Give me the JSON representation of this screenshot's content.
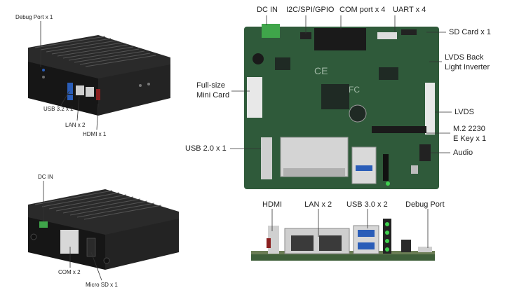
{
  "left_top": {
    "debug_port": "Debug Port x 1",
    "usb32": "USB 3.2 x 2",
    "lan": "LAN x 2",
    "hdmi": "HDMI x 1"
  },
  "left_bottom": {
    "dc_in": "DC IN",
    "com": "COM x 2",
    "micro_sd": "Micro SD x 1"
  },
  "board_top": {
    "dc_in": "DC IN",
    "i2c": "I2C/SPI/GPIO",
    "com_port": "COM port x 4",
    "uart": "UART x 4",
    "sd_card": "SD Card x 1",
    "lvds_back_1": "LVDS Back",
    "lvds_back_2": "Light Inverter",
    "lvds": "LVDS",
    "m2_1": "M.2 2230",
    "m2_2": "E Key x 1",
    "audio": "Audio",
    "mini_card_1": "Full-size",
    "mini_card_2": "Mini Card",
    "usb20": "USB 2.0 x 1"
  },
  "board_side": {
    "hdmi": "HDMI",
    "lan": "LAN x 2",
    "usb30": "USB 3.0 x 2",
    "debug": "Debug Port"
  },
  "colors": {
    "pcb": "#2f5a3a",
    "chassis": "#1c1c1c",
    "usb_blue": "#2a5db8",
    "green_terminal": "#3fa54a"
  }
}
